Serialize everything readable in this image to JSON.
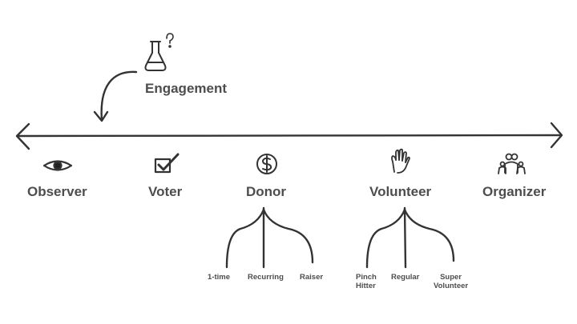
{
  "engagement": {
    "label": "Engagement",
    "icon": "flask-question-icon"
  },
  "stages": [
    {
      "label": "Observer",
      "icon": "eye-icon"
    },
    {
      "label": "Voter",
      "icon": "checkbox-icon"
    },
    {
      "label": "Donor",
      "icon": "dollar-coin-icon"
    },
    {
      "label": "Volunteer",
      "icon": "raised-hand-icon"
    },
    {
      "label": "Organizer",
      "icon": "people-group-icon"
    }
  ],
  "donor_types": [
    "1-time",
    "Recurring",
    "Raiser"
  ],
  "volunteer_types": {
    "pinch_line1": "Pinch",
    "pinch_line2": "Hitter",
    "regular": "Regular",
    "super_line1": "Super",
    "super_line2": "Volunteer"
  },
  "colors": {
    "ink": "#333333",
    "text": "#4d4d4d"
  }
}
